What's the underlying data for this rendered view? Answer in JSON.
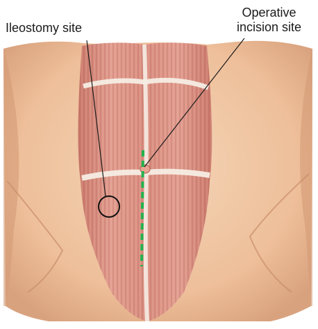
{
  "labels": {
    "ileostomy_site": "Ileostomy site",
    "operative_incision_line1": "Operative",
    "operative_incision_line2": "incision site"
  },
  "colors": {
    "skin": "#f0c9a6",
    "skin_shadow": "#d9a27e",
    "muscle": "#d98e80",
    "muscle_dark": "#bd6a5e",
    "tendon": "#f6ede4",
    "incision_line": "#22b24c",
    "leader_line": "#1a1a1a"
  },
  "icons": [
    "ileostomy-circle-marker",
    "incision-dashed-line"
  ]
}
